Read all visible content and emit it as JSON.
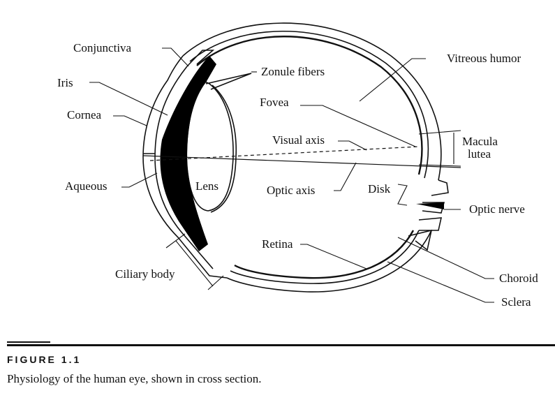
{
  "figure": {
    "number_label": "FIGURE 1.1",
    "caption": "Physiology of the human eye, shown in cross section."
  },
  "labels": {
    "conjunctiva": "Conjunctiva",
    "iris": "Iris",
    "cornea": "Cornea",
    "aqueous": "Aqueous",
    "lens": "Lens",
    "ciliary_body": "Ciliary body",
    "zonule_fibers": "Zonule fibers",
    "fovea": "Fovea",
    "visual_axis": "Visual axis",
    "optic_axis": "Optic axis",
    "vitreous_humor": "Vitreous humor",
    "macula_line1": "Macula",
    "macula_line2": "lutea",
    "disk": "Disk",
    "optic_nerve": "Optic nerve",
    "retina": "Retina",
    "choroid": "Choroid",
    "sclera": "Sclera"
  }
}
